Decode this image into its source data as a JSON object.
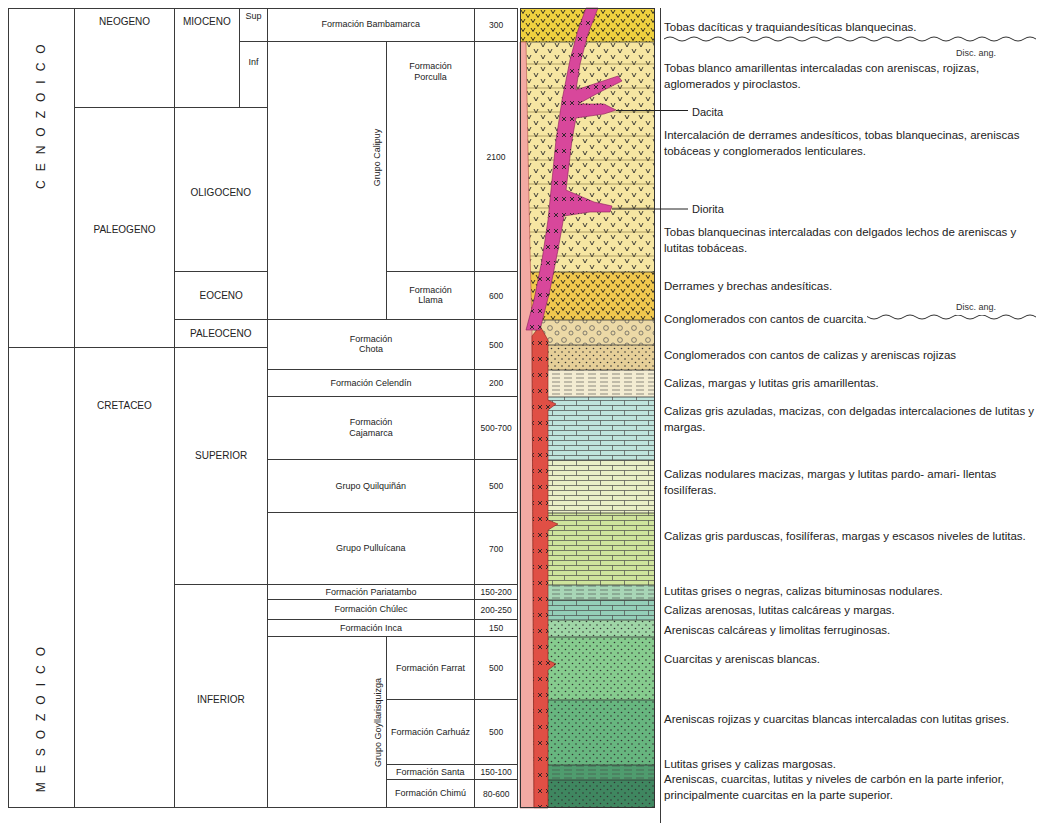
{
  "diagram": {
    "nodes": [
      {
        "text": [
          "CENOZOICO"
        ]
      },
      {
        "text": [
          "MESOZOICO"
        ]
      },
      {
        "text": [
          "NEOGENO"
        ]
      },
      {
        "text": [
          "PALEOGENO"
        ]
      },
      {
        "text": [
          "CRETACEO"
        ]
      },
      {
        "text": [
          "MIOCENO"
        ]
      },
      {
        "text": [
          "Sup"
        ]
      },
      {
        "text": [
          "Inf"
        ]
      },
      {
        "text": [
          "OLIGOCENO"
        ]
      },
      {
        "text": [
          "EOCENO"
        ]
      },
      {
        "text": [
          "PALEOCENO"
        ]
      },
      {
        "text": [
          "SUPERIOR"
        ]
      },
      {
        "text": [
          "INFERIOR"
        ]
      },
      {
        "text": [
          "Formación Bambamarca"
        ]
      },
      {
        "text": [
          "Grupo Calipuy"
        ]
      },
      {
        "text": [
          "Formación Porculla"
        ],
        "in": 14
      },
      {
        "text": [
          "Formación Llama"
        ],
        "in": 14
      },
      {
        "text": [
          "Formación Chota"
        ]
      },
      {
        "text": [
          "Formación Celendín"
        ]
      },
      {
        "text": [
          "Formación Cajamarca"
        ]
      },
      {
        "text": [
          "Grupo Quilquiñán"
        ]
      },
      {
        "text": [
          "Grupo Pulluícana"
        ]
      },
      {
        "text": [
          "Formación Pariatambo"
        ]
      },
      {
        "text": [
          "Formación Chúlec"
        ]
      },
      {
        "text": [
          "Formación Inca"
        ]
      },
      {
        "text": [
          "Grupo Goyllarisquizga"
        ]
      },
      {
        "text": [
          "Formación Farrat"
        ],
        "in": 25
      },
      {
        "text": [
          "Formación Carhuáz"
        ],
        "in": 25
      },
      {
        "text": [
          "Formación Santa"
        ],
        "in": 25
      },
      {
        "text": [
          "Formación Chimú"
        ],
        "in": 25
      },
      {
        "text": [
          "300"
        ]
      },
      {
        "text": [
          "2100"
        ]
      },
      {
        "text": [
          "600"
        ]
      },
      {
        "text": [
          "500"
        ]
      },
      {
        "text": [
          "200"
        ]
      },
      {
        "text": [
          "500-700"
        ]
      },
      {
        "text": [
          "500"
        ]
      },
      {
        "text": [
          "700"
        ]
      },
      {
        "text": [
          "150-200"
        ]
      },
      {
        "text": [
          "200-250"
        ]
      },
      {
        "text": [
          "150"
        ]
      },
      {
        "text": [
          "500"
        ]
      },
      {
        "text": [
          "500"
        ]
      },
      {
        "text": [
          "150-100"
        ]
      },
      {
        "text": [
          "80-600"
        ]
      }
    ],
    "labels": [
      "Tobas dacíticas y traquiandesíticas blanquecinas.",
      "Disc. ang.",
      "Tobas blanco amarillentas intercaladas con areniscas, rojizas, aglomerados y piroclastos.",
      "Dacita",
      "Intercalación de derrames andesíticos, tobas blanquecinas, areniscas tobáceas y conglomerados lenticulares.",
      "Diorita",
      "Tobas blanquecinas intercaladas con delgados lechos de areniscas y lutitas tobáceas.",
      "Derrames y brechas andesíticas.",
      "Disc. ang.",
      "Conglomerados con cantos de cuarcita.",
      "Conglomerados con cantos de calizas y areniscas rojizas",
      "Calizas, margas y lutitas gris amarillentas.",
      "Calizas gris azuladas, macizas, con delgadas intercalaciones de lutitas y margas.",
      "Calizas nodulares macizas, margas y lutitas pardo- amari- llentas fosilíferas.",
      "Calizas gris parduscas, fosilíferas, margas y escasos niveles de lutitas.",
      "Lutitas grises o negras, calizas bituminosas nodulares.",
      "Calizas arenosas, lutitas calcáreas y margas.",
      "Areniscas calcáreas y limolitas ferruginosas.",
      "Cuarcitas y areniscas blancas.",
      "Areniscas rojizas y cuarcitas blancas intercaladas con lutitas grises.",
      "Lutitas grises y calizas margosas.",
      "Areniscas, cuarcitas, lutitas y niveles de carbón en la parte inferior, principalmente cuarcitas en la parte superior."
    ]
  }
}
